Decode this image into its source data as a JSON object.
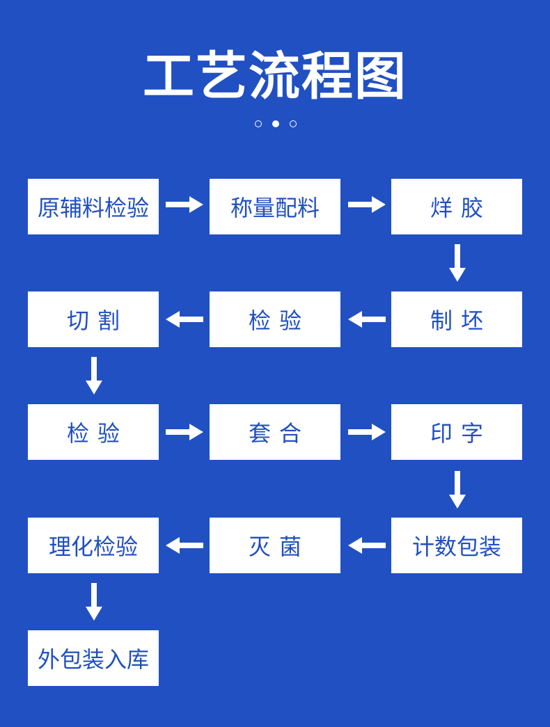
{
  "title": "工艺流程图",
  "colors": {
    "background": "#2150c2",
    "box": "#ffffff",
    "box_text": "#1f4fc0",
    "arrow": "#ffffff"
  },
  "steps": [
    {
      "label": "原辅料检验"
    },
    {
      "label": "称量配料"
    },
    {
      "label": "烊胶"
    },
    {
      "label": "制坯"
    },
    {
      "label": "检验"
    },
    {
      "label": "切割"
    },
    {
      "label": "检验"
    },
    {
      "label": "套合"
    },
    {
      "label": "印字"
    },
    {
      "label": "计数包装"
    },
    {
      "label": "灭菌"
    },
    {
      "label": "理化检验"
    },
    {
      "label": "外包装入库"
    }
  ],
  "connections": [
    {
      "from": 0,
      "to": 1
    },
    {
      "from": 1,
      "to": 2
    },
    {
      "from": 2,
      "to": 3
    },
    {
      "from": 3,
      "to": 4
    },
    {
      "from": 4,
      "to": 5
    },
    {
      "from": 5,
      "to": 6
    },
    {
      "from": 6,
      "to": 7
    },
    {
      "from": 7,
      "to": 8
    },
    {
      "from": 8,
      "to": 9
    },
    {
      "from": 9,
      "to": 10
    },
    {
      "from": 10,
      "to": 11
    },
    {
      "from": 11,
      "to": 12
    }
  ]
}
